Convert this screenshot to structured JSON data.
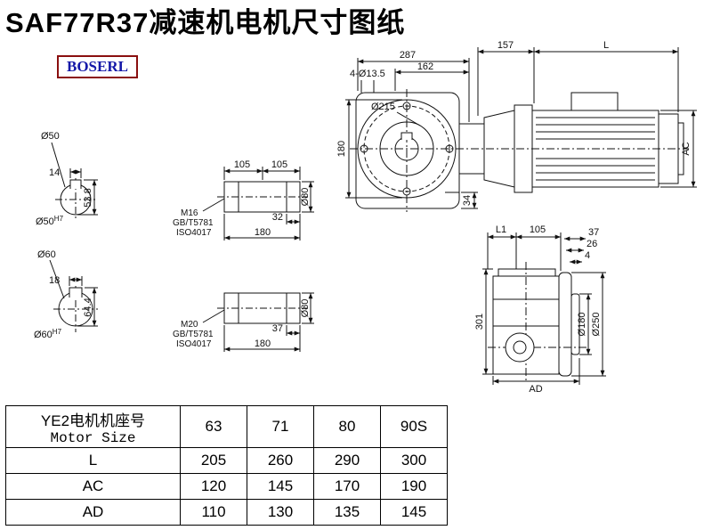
{
  "title": "SAF77R37减速机电机尺寸图纸",
  "logo": "BOSERL",
  "drawings": {
    "shaft_end_small": {
      "dia_label": "Ø50",
      "key_width": "14",
      "height": "53.8",
      "bore": "Ø50",
      "tolerance": "H7"
    },
    "shaft_end_large": {
      "dia_label": "Ø60",
      "key_width": "18",
      "height": "64.4",
      "bore": "Ø60",
      "tolerance": "H7"
    },
    "shaft_side_small": {
      "seg1": "105",
      "seg2": "105",
      "end_len": "32",
      "total_len": "180",
      "dia": "Ø80",
      "thread": "M16",
      "standard1": "GB/T5781",
      "standard2": "ISO4017"
    },
    "shaft_side_large": {
      "end_len": "37",
      "total_len": "180",
      "dia": "Ø80",
      "thread": "M20",
      "standard1": "GB/T5781",
      "standard2": "ISO4017"
    },
    "main_view": {
      "overall": "287",
      "housing": "162",
      "adapter": "157",
      "motor_len": "L",
      "bolt_holes": "4-Ø13.5",
      "flange_dia": "Ø215",
      "height": "180",
      "lip": "34",
      "motor_height": "AC"
    },
    "side_view": {
      "len1": "L1",
      "len2": "105",
      "step1": "37",
      "step2": "26",
      "step3": "4",
      "height": "301",
      "hub_dia": "Ø180",
      "flange_dia": "Ø250",
      "width": "AD"
    }
  },
  "table": {
    "header_cn": "YE2电机机座号",
    "header_en": "Motor Size",
    "sizes": [
      "63",
      "71",
      "80",
      "90S"
    ],
    "rows": [
      {
        "label": "L",
        "values": [
          "205",
          "260",
          "290",
          "300"
        ]
      },
      {
        "label": "AC",
        "values": [
          "120",
          "145",
          "170",
          "190"
        ]
      },
      {
        "label": "AD",
        "values": [
          "110",
          "130",
          "135",
          "145"
        ]
      }
    ]
  }
}
